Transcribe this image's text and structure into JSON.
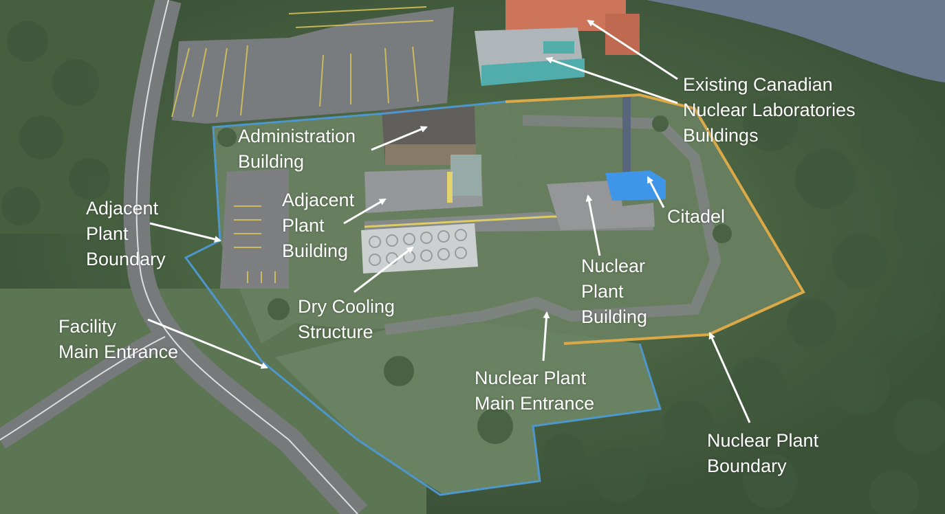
{
  "colors": {
    "nuclear_boundary": "#d9a23a",
    "adjacent_boundary": "#3f8fc8",
    "citadel": "#2f8ee6",
    "label_text": "#ffffff",
    "arrow": "#ffffff"
  },
  "labels": {
    "existing_cnl": [
      "Existing Canadian",
      "Nuclear Laboratories",
      "Buildings"
    ],
    "administration": [
      "Administration",
      "Building"
    ],
    "adjacent_building": [
      "Adjacent",
      "Plant",
      "Building"
    ],
    "adjacent_boundary": [
      "Adjacent",
      "Plant",
      "Boundary"
    ],
    "citadel": [
      "Citadel"
    ],
    "nuclear_building": [
      "Nuclear",
      "Plant",
      "Building"
    ],
    "dry_cooling": [
      "Dry Cooling",
      "Structure"
    ],
    "facility_entrance": [
      "Facility",
      "Main Entrance"
    ],
    "nuclear_entrance": [
      "Nuclear Plant",
      "Main Entrance"
    ],
    "nuclear_boundary": [
      "Nuclear Plant",
      "Boundary"
    ]
  }
}
